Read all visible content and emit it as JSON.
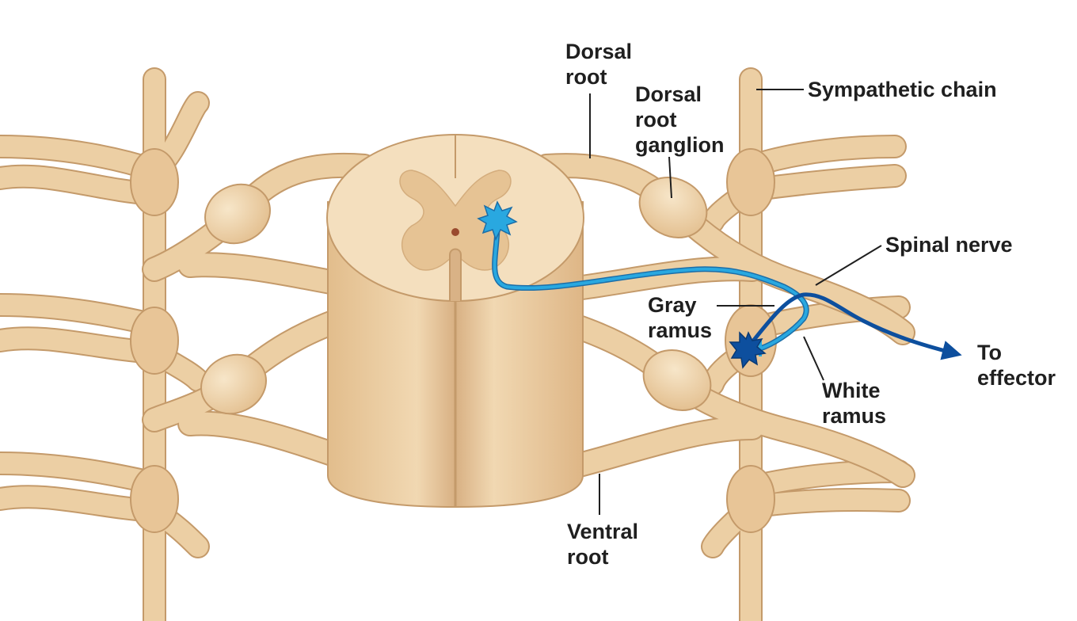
{
  "colors": {
    "tissue": "#eccfa4",
    "tissue_light": "#f4dfbe",
    "tissue_shadow": "#d9b286",
    "tissue_outline": "#c49a6a",
    "gray_matter": "#e6c394",
    "preganglionic_neuron": "#29a8e0",
    "postganglionic_neuron": "#0d4f9e",
    "label_text": "#1f1f1f"
  },
  "labels": {
    "dorsal_root": [
      "Dorsal",
      "root"
    ],
    "dorsal_root_ganglion": [
      "Dorsal",
      "root",
      "ganglion"
    ],
    "sympathetic_chain": [
      "Sympathetic chain"
    ],
    "spinal_nerve": [
      "Spinal nerve"
    ],
    "gray_ramus": [
      "Gray",
      "ramus"
    ],
    "white_ramus": [
      "White",
      "ramus"
    ],
    "to_effector": [
      "To",
      "effector"
    ],
    "ventral_root": [
      "Ventral",
      "root"
    ]
  }
}
